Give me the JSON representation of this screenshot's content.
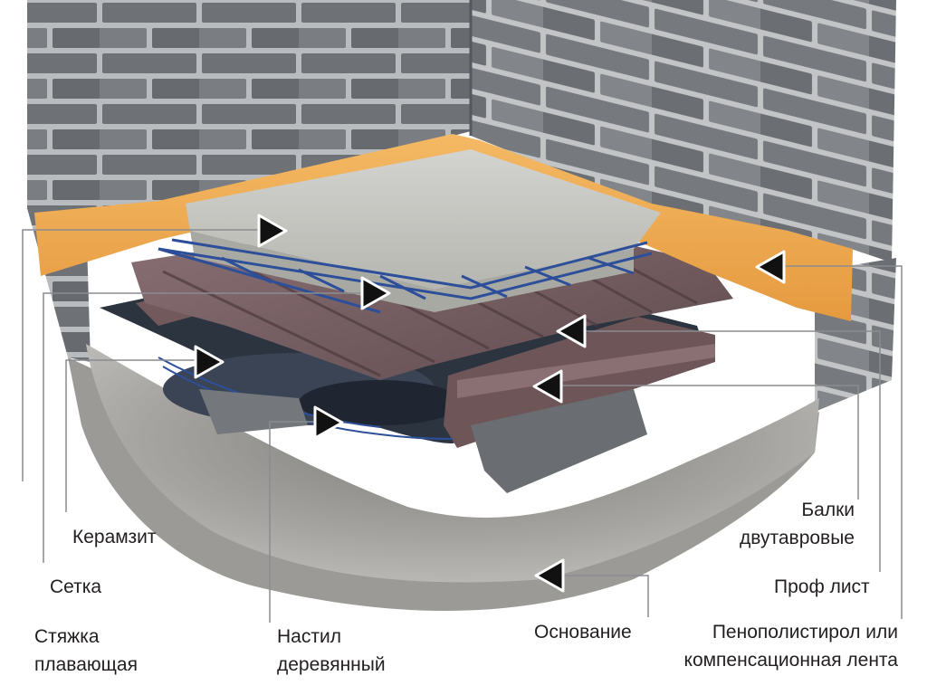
{
  "labels": {
    "keramzit": "Керамзит",
    "setka": "Сетка",
    "styazhka": {
      "line1": "Стяжка",
      "line2": "плавающая"
    },
    "nastil": {
      "line1": "Настил",
      "line2": "деревянный"
    },
    "osnovanie": "Основание",
    "balki": {
      "line1": "Балки",
      "line2": "двутавровые"
    },
    "prof_list": "Проф лист",
    "penopolistirol": {
      "line1": "Пенополистирол или",
      "line2": "компенсационная лента"
    }
  },
  "colors": {
    "brick": "#6e7276",
    "mortar": "#c9cbcd",
    "tape": "#f0a94f",
    "screed": "#c9c9c4",
    "profsheet": "#7d6468",
    "mesh": "#2d4f9a",
    "clay": "#2c3440",
    "base": "#a9a7a3",
    "leader": "#8a8c8f"
  }
}
